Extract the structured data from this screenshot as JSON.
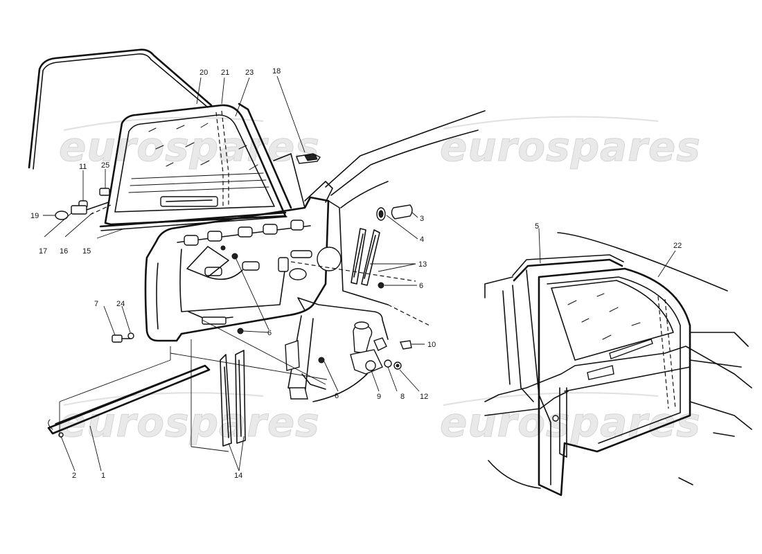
{
  "watermark": {
    "text": "eurospares"
  },
  "callouts": [
    {
      "id": "c20",
      "label": "20"
    },
    {
      "id": "c21",
      "label": "21"
    },
    {
      "id": "c23",
      "label": "23"
    },
    {
      "id": "c18",
      "label": "18"
    },
    {
      "id": "c11",
      "label": "11"
    },
    {
      "id": "c25",
      "label": "25"
    },
    {
      "id": "c19",
      "label": "19"
    },
    {
      "id": "c17",
      "label": "17"
    },
    {
      "id": "c16",
      "label": "16"
    },
    {
      "id": "c15",
      "label": "15"
    },
    {
      "id": "c3",
      "label": "3"
    },
    {
      "id": "c4",
      "label": "4"
    },
    {
      "id": "c13",
      "label": "13"
    },
    {
      "id": "c6a",
      "label": "6"
    },
    {
      "id": "c6b",
      "label": "6"
    },
    {
      "id": "c6c",
      "label": "6"
    },
    {
      "id": "c7",
      "label": "7"
    },
    {
      "id": "c24",
      "label": "24"
    },
    {
      "id": "c10",
      "label": "10"
    },
    {
      "id": "c9",
      "label": "9"
    },
    {
      "id": "c8",
      "label": "8"
    },
    {
      "id": "c12",
      "label": "12"
    },
    {
      "id": "c2",
      "label": "2"
    },
    {
      "id": "c1",
      "label": "1"
    },
    {
      "id": "c14",
      "label": "14"
    },
    {
      "id": "c5",
      "label": "5"
    },
    {
      "id": "c22",
      "label": "22"
    }
  ]
}
